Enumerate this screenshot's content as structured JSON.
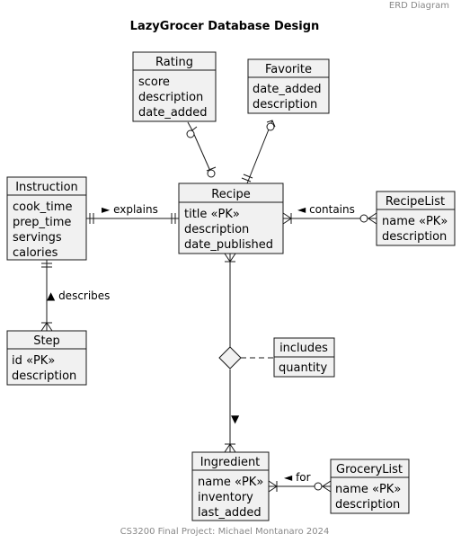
{
  "header": "ERD Diagram",
  "title": "LazyGrocer Database Design",
  "footer": "CS3200 Final Project: Michael Montanaro 2024",
  "colors": {
    "entity_fill": "#f1f1f1",
    "stroke": "#181818",
    "muted_text": "#888888"
  },
  "entities": {
    "rating": {
      "name": "Rating",
      "attributes": [
        "score",
        "description",
        "date_added"
      ]
    },
    "favorite": {
      "name": "Favorite",
      "attributes": [
        "date_added",
        "description"
      ]
    },
    "instruction": {
      "name": "Instruction",
      "attributes": [
        "cook_time",
        "prep_time",
        "servings",
        "calories"
      ]
    },
    "recipe": {
      "name": "Recipe",
      "attributes": [
        "title «PK»",
        "description",
        "date_published"
      ]
    },
    "recipelist": {
      "name": "RecipeList",
      "attributes": [
        "name «PK»",
        "description"
      ]
    },
    "step": {
      "name": "Step",
      "attributes": [
        "id «PK»",
        "description"
      ]
    },
    "includes": {
      "name": "includes",
      "attributes": [
        "quantity"
      ]
    },
    "ingredient": {
      "name": "Ingredient",
      "attributes": [
        "name «PK»",
        "inventory",
        "last_added"
      ]
    },
    "grocerylist": {
      "name": "GroceryList",
      "attributes": [
        "name «PK»",
        "description"
      ]
    }
  },
  "relationships": {
    "explains": {
      "label": "explains",
      "arrow": "►"
    },
    "contains": {
      "label": "contains",
      "arrow": "◄"
    },
    "describes": {
      "label": "describes",
      "arrow": "▲"
    },
    "for": {
      "label": "for",
      "arrow": "◄"
    },
    "includes_direction": {
      "arrow": "▼"
    }
  }
}
